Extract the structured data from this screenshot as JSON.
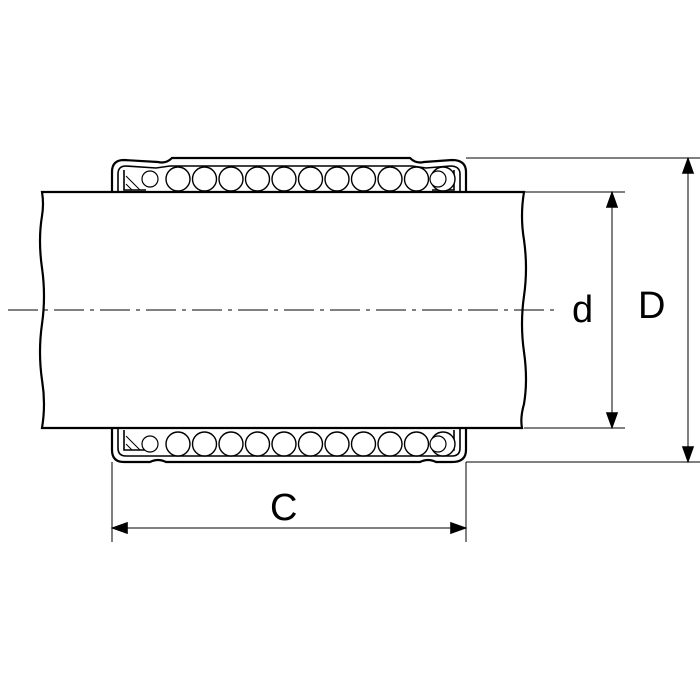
{
  "labels": {
    "inner_diameter": "d",
    "outer_diameter": "D",
    "width": "C"
  },
  "colors": {
    "ink": "#000000",
    "background": "#ffffff"
  },
  "rolling_elements": {
    "balls_per_row": 11
  }
}
